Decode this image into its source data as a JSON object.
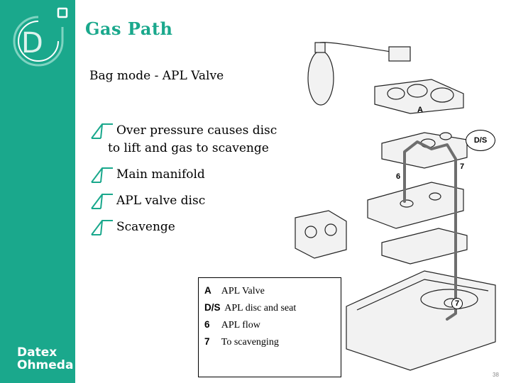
{
  "slide": {
    "title": "Gas Path",
    "subtitle": "Bag mode - APL Valve",
    "bullets": [
      {
        "line1": "Over pressure causes disc",
        "line2": "to lift and gas to scavenge"
      },
      {
        "line1": "Main manifold",
        "line2": ""
      },
      {
        "line1": "APL valve disc",
        "line2": ""
      },
      {
        "line1": "Scavenge",
        "line2": ""
      }
    ],
    "page_number": "38"
  },
  "brand": {
    "line1": "Datex",
    "line2": "Ohmeda",
    "logo_letter": "D",
    "color": "#1aa88c"
  },
  "legend": [
    {
      "key": "A",
      "label": "APL Valve"
    },
    {
      "key": "D/S",
      "label": "APL disc and seat"
    },
    {
      "key": "6",
      "label": "APL flow"
    },
    {
      "key": "7",
      "label": "To scavenging"
    }
  ],
  "callouts": {
    "a": "A",
    "ds": "D/S",
    "six": "6",
    "seven_top": "7",
    "seven_bottom": "7"
  },
  "icons": {
    "bullet": "pencil-bullet-icon"
  }
}
